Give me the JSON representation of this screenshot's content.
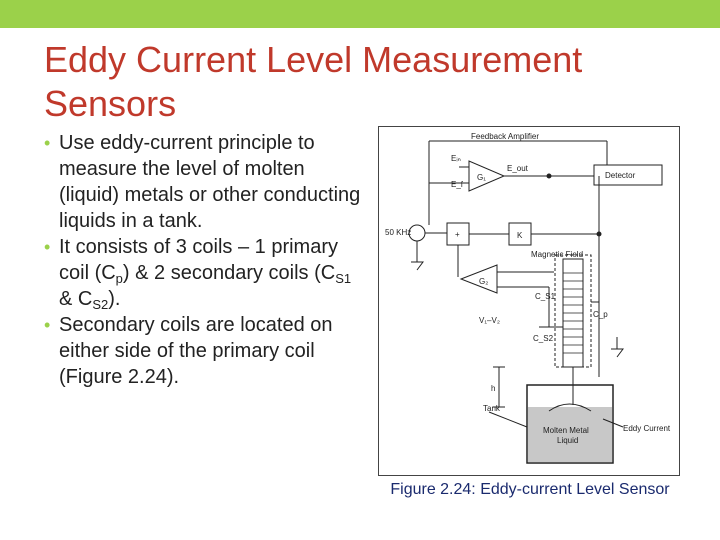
{
  "header": {
    "accent_color": "#9bd14a"
  },
  "title": "Eddy Current Level Measurement Sensors",
  "bullets": [
    {
      "text": "Use eddy-current principle to measure the level of molten (liquid) metals or other conducting liquids in a tank."
    },
    {
      "pre": "It consists of 3 coils – 1 primary coil (C",
      "sub1": "p",
      "mid": ") & 2 secondary coils (C",
      "sub2": "S1",
      "mid2": " & C",
      "sub3": "S2",
      "post": ")."
    },
    {
      "text": "Secondary coils are located on either side of the primary coil (Figure 2.24)."
    }
  ],
  "diagram": {
    "labels": {
      "feedback_amplifier": "Feedback Amplifier",
      "ein": "Eᵢₙ",
      "ef": "E_f",
      "g1": "G₁",
      "eout": "E_out",
      "detector": "Detector",
      "source": "50 KHz",
      "plus": "+",
      "k": "K",
      "magnetic_field": "Magnetic Field",
      "g2": "G₂",
      "cs1": "C_S1",
      "v1v2": "V₁–V₂",
      "cp": "C_p",
      "cs2": "C_S2",
      "h": "h",
      "tank": "Tank",
      "molten_metal": "Molten Metal",
      "liquid": "Liquid",
      "eddy_current": "Eddy Current"
    }
  },
  "caption": "Figure 2.24: Eddy-current Level Sensor"
}
